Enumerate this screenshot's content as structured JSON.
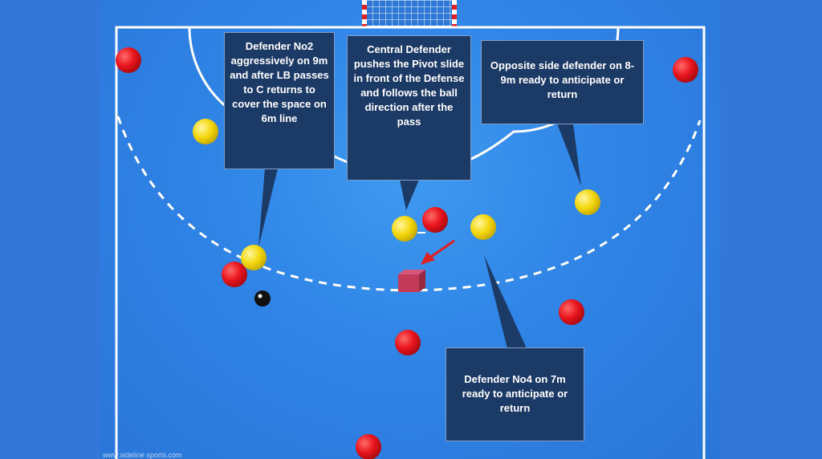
{
  "callouts": {
    "defender_no2": "Defender No2 aggressively on 9m and after LB passes to C returns to cover the space on 6m line",
    "central_defender": "Central Defender pushes the Pivot slide in front of the Defense and follows the ball direction after the pass",
    "opposite_side": "Opposite side defender on 8-9m  ready to anticipate or return",
    "defender_no4": "Defender No4 on 7m ready to anticipate or return"
  },
  "watermark": "www.sideline sports.com",
  "colors": {
    "attacker": "#e8141c",
    "defender": "#f4d80e",
    "ball": "#111111",
    "cone": "#c23a58",
    "arrow": "#e02020",
    "callout_bg": "#1c3a66"
  }
}
